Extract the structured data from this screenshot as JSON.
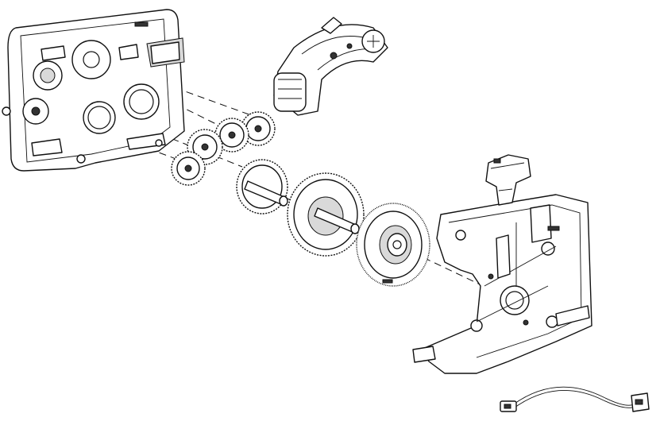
{
  "colors": {
    "line": "#111111",
    "background": "#ffffff",
    "shade": "#d9d9d9"
  },
  "parts": [
    {
      "id": "back-housing-plate",
      "icon": "housing-plate-icon"
    },
    {
      "id": "curved-cam-bracket",
      "icon": "cam-bracket-icon"
    },
    {
      "id": "small-gear-cluster",
      "icon": "gear-icon"
    },
    {
      "id": "medium-gear-with-shaft",
      "icon": "gear-icon"
    },
    {
      "id": "large-gear-with-shaft",
      "icon": "gear-icon"
    },
    {
      "id": "encoder-wheel",
      "icon": "encoder-wheel-icon"
    },
    {
      "id": "front-housing-frame",
      "icon": "housing-frame-icon"
    },
    {
      "id": "switch-clip",
      "icon": "clip-icon"
    },
    {
      "id": "wire-harness",
      "icon": "cable-icon"
    }
  ]
}
